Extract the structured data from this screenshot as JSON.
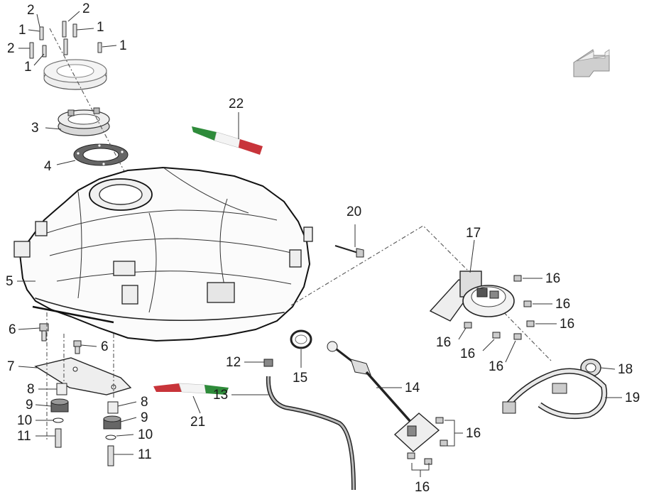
{
  "callouts": [
    {
      "id": "c1a",
      "text": "2"
    },
    {
      "id": "c1b",
      "text": "2"
    },
    {
      "id": "c1c",
      "text": "1"
    },
    {
      "id": "c1d",
      "text": "1"
    },
    {
      "id": "c1e",
      "text": "2"
    },
    {
      "id": "c1f",
      "text": "1"
    },
    {
      "id": "c1g",
      "text": "1"
    },
    {
      "id": "c3",
      "text": "3"
    },
    {
      "id": "c4",
      "text": "4"
    },
    {
      "id": "c5",
      "text": "5"
    },
    {
      "id": "c6a",
      "text": "6"
    },
    {
      "id": "c6b",
      "text": "6"
    },
    {
      "id": "c7",
      "text": "7"
    },
    {
      "id": "c8a",
      "text": "8"
    },
    {
      "id": "c8b",
      "text": "8"
    },
    {
      "id": "c9a",
      "text": "9"
    },
    {
      "id": "c9b",
      "text": "9"
    },
    {
      "id": "c10a",
      "text": "10"
    },
    {
      "id": "c10b",
      "text": "10"
    },
    {
      "id": "c11a",
      "text": "11"
    },
    {
      "id": "c11b",
      "text": "11"
    },
    {
      "id": "c12",
      "text": "12"
    },
    {
      "id": "c13",
      "text": "13"
    },
    {
      "id": "c14",
      "text": "14"
    },
    {
      "id": "c15",
      "text": "15"
    },
    {
      "id": "c16a",
      "text": "16"
    },
    {
      "id": "c16b",
      "text": "16"
    },
    {
      "id": "c16c",
      "text": "16"
    },
    {
      "id": "c16d",
      "text": "16"
    },
    {
      "id": "c16e",
      "text": "16"
    },
    {
      "id": "c16f",
      "text": "16"
    },
    {
      "id": "c16g",
      "text": "16"
    },
    {
      "id": "c16h",
      "text": "16"
    },
    {
      "id": "c17",
      "text": "17"
    },
    {
      "id": "c18",
      "text": "18"
    },
    {
      "id": "c19",
      "text": "19"
    },
    {
      "id": "c20",
      "text": "20"
    },
    {
      "id": "c21",
      "text": "21"
    },
    {
      "id": "c22",
      "text": "22"
    }
  ],
  "colors": {
    "flag_green": "#2e8b3a",
    "flag_white": "#f4f4f4",
    "flag_red": "#c8343a",
    "line": "#222222"
  },
  "icons": [
    "direction-arrow-icon"
  ]
}
